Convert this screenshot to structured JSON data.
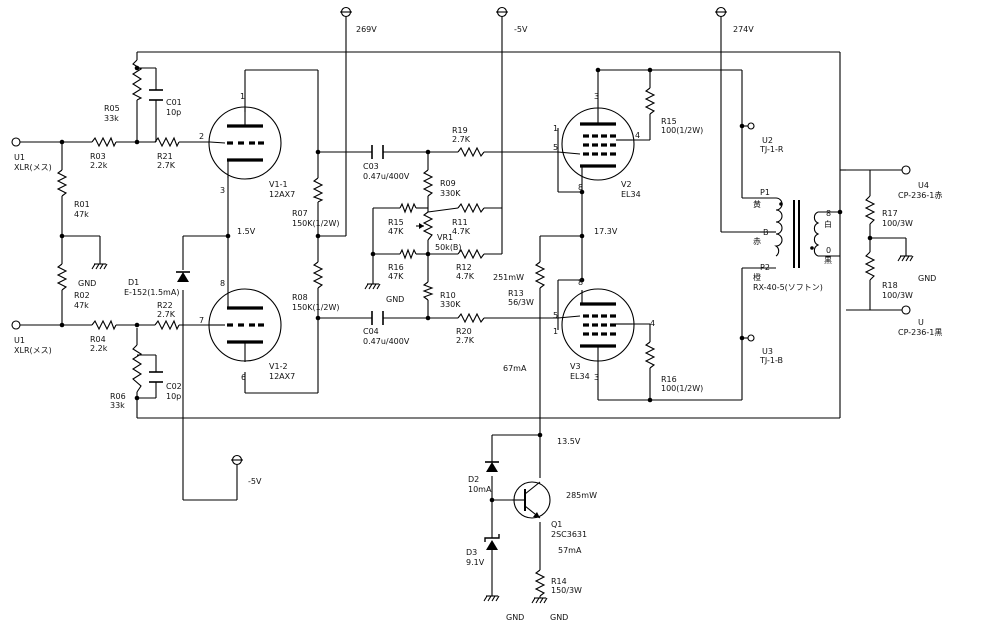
{
  "colors": {
    "line": "#000000",
    "background": "#ffffff"
  },
  "rails": {
    "b_plus_269": "269V",
    "minus_5_top": "-5V",
    "b_plus_274": "274V",
    "minus_5_bottom": "-5V"
  },
  "inputs": {
    "u1_top_ref": "U1",
    "u1_top_name": "XLR(メス)",
    "u1_bot_ref": "U1",
    "u1_bot_name": "XLR(メス)"
  },
  "outputs": {
    "u4_ref": "U4",
    "u4_name": "CP-236-1赤",
    "u_ref": "U",
    "u_name": "CP-236-1黒",
    "u2_ref": "U2",
    "u2_name": "TJ-1-R",
    "u3_ref": "U3",
    "u3_name": "TJ-1-B"
  },
  "resistors": {
    "r05": {
      "ref": "R05",
      "val": "33k"
    },
    "r03": {
      "ref": "R03",
      "val": "2.2k"
    },
    "r21": {
      "ref": "R21",
      "val": "2.7K"
    },
    "r01": {
      "ref": "R01",
      "val": "47k"
    },
    "r02": {
      "ref": "R02",
      "val": "47k"
    },
    "r04": {
      "ref": "R04",
      "val": "2.2k"
    },
    "r22": {
      "ref": "R22",
      "val": "2.7K"
    },
    "r06": {
      "ref": "R06",
      "val": "33k"
    },
    "r07": {
      "ref": "R07",
      "val": "150K(1/2W)"
    },
    "r08": {
      "ref": "R08",
      "val": "150K(1/2W)"
    },
    "r19": {
      "ref": "R19",
      "val": "2.7K"
    },
    "r09": {
      "ref": "R09",
      "val": "330K"
    },
    "r15a": {
      "ref": "R15",
      "val": "47K"
    },
    "r11": {
      "ref": "R11",
      "val": "4.7K"
    },
    "r16a": {
      "ref": "R16",
      "val": "47K"
    },
    "r12": {
      "ref": "R12",
      "val": "4.7K"
    },
    "r10": {
      "ref": "R10",
      "val": "330K"
    },
    "r20": {
      "ref": "R20",
      "val": "2.7K"
    },
    "r13": {
      "ref": "R13",
      "val": "56/3W"
    },
    "r15": {
      "ref": "R15",
      "val": "100(1/2W)"
    },
    "r16": {
      "ref": "R16",
      "val": "100(1/2W)"
    },
    "r17": {
      "ref": "R17",
      "val": "100/3W"
    },
    "r18": {
      "ref": "R18",
      "val": "100/3W"
    },
    "r14": {
      "ref": "R14",
      "val": "150/3W"
    }
  },
  "capacitors": {
    "c01": {
      "ref": "C01",
      "val": "10p"
    },
    "c02": {
      "ref": "C02",
      "val": "10p"
    },
    "c03": {
      "ref": "C03",
      "val": "0.47u/400V"
    },
    "c04": {
      "ref": "C04",
      "val": "0.47u/400V"
    }
  },
  "vr1": {
    "ref": "VR1",
    "val": "50k(B)"
  },
  "tubes": {
    "v1_1": {
      "ref": "V1-1",
      "type": "12AX7"
    },
    "v1_2": {
      "ref": "V1-2",
      "type": "12AX7"
    },
    "v2": {
      "ref": "V2",
      "type": "EL34"
    },
    "v3": {
      "ref": "V3",
      "type": "EL34"
    }
  },
  "pins": {
    "v11_plate": "1",
    "v11_grid": "2",
    "v11_cathode": "3",
    "v12_plate": "6",
    "v12_grid": "7",
    "v12_cathode": "8",
    "v2_plate": "3",
    "v2_g1": "5",
    "v2_g2": "4",
    "v2_k": "1",
    "v2_h": "8",
    "v3_plate": "3",
    "v3_g1": "5",
    "v3_g2": "4",
    "v3_k": "1",
    "v3_h": "8"
  },
  "diodes": {
    "d1": {
      "ref": "D1",
      "val": "E-152(1.5mA)"
    },
    "d2": {
      "ref": "D2",
      "val": "10mA"
    },
    "d3": {
      "ref": "D3",
      "val": "9.1V"
    }
  },
  "transistor": {
    "ref": "Q1",
    "type": "2SC3631"
  },
  "transformer": {
    "name": "RX-40-5(ソフトン)",
    "p1": "P1",
    "p1_color": "黄",
    "b": "B",
    "b_color": "赤",
    "p2": "P2",
    "p2_color": "橙",
    "s8": "8",
    "s8_color": "白",
    "s0": "0",
    "s0_color": "黒"
  },
  "annotations": {
    "v_1_5": "1.5V",
    "v_17_3": "17.3V",
    "v_13_5": "13.5V",
    "p_251": "251mW",
    "i_67": "67mA",
    "p_285": "285mW",
    "i_57": "57mA"
  },
  "gnd_labels": {
    "g1": "GND",
    "g2": "GND",
    "g3": "GND",
    "g4": "GND",
    "g5": "GND"
  }
}
